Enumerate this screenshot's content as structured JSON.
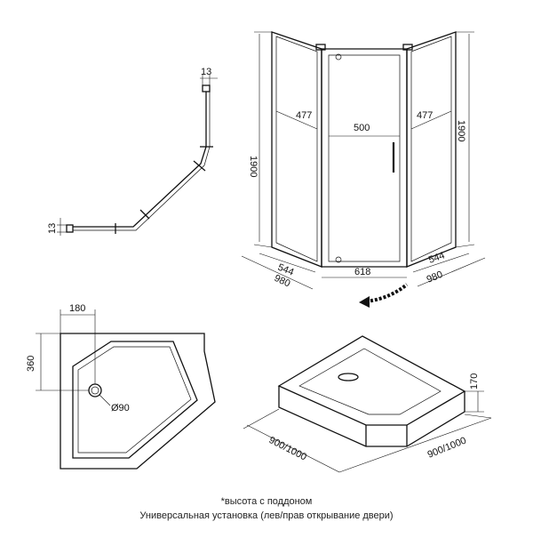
{
  "profile_view": {
    "dim_top": "13",
    "dim_left": "13"
  },
  "cabin_view": {
    "height_left": "1900",
    "height_right": "1900",
    "side_panel_left": "477",
    "door_width": "500",
    "side_panel_right": "477",
    "base_left": "544",
    "base_front": "618",
    "base_right": "544",
    "depth_left": "980",
    "depth_right": "980"
  },
  "tray_top_view": {
    "offset_x": "180",
    "offset_y": "360",
    "drain": "Ø90"
  },
  "tray_iso_view": {
    "height": "170",
    "size_left": "900/1000",
    "size_right": "900/1000"
  },
  "notes": {
    "height_note": "*высота с поддоном",
    "install_note": "Универсальная установка (лев/прав открывание двери)"
  }
}
